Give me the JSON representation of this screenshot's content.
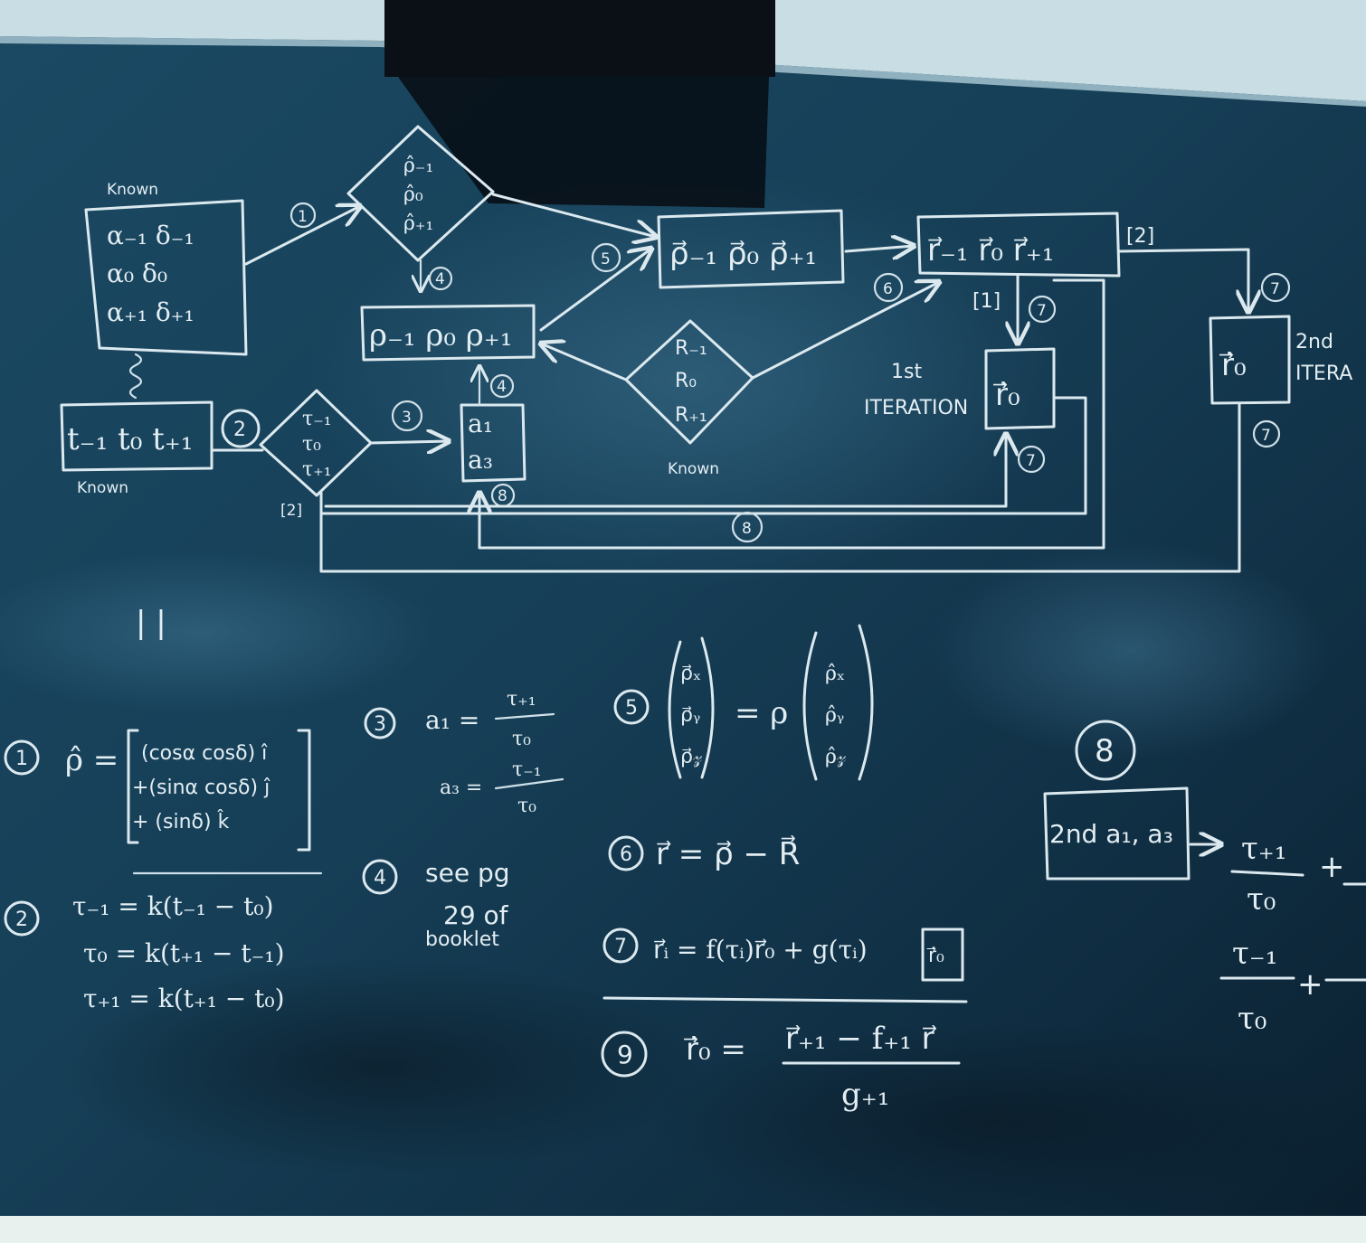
{
  "diagram": {
    "known_top": "Known",
    "alpha_delta_rows": [
      "α₋₁  δ₋₁",
      "α₀   δ₀",
      "α₊₁  δ₊₁"
    ],
    "rho_hat_diamond": [
      "ρ̂₋₁",
      "ρ̂₀",
      "ρ̂₊₁"
    ],
    "rho_vec_box": "ρ⃗₋₁  ρ⃗₀  ρ⃗₊₁",
    "r_vec_box": "r⃗₋₁  r⃗₀  r⃗₊₁",
    "rho_scalar_box": "ρ₋₁  ρ₀  ρ₊₁",
    "R_diamond": [
      "R₋₁",
      "R₀",
      "R₊₁"
    ],
    "known_R": "Known",
    "t_box": "t₋₁ t₀ t₊₁",
    "known_t": "Known",
    "tau_diamond": [
      "τ₋₁",
      "τ₀",
      "τ₊₁"
    ],
    "a_box": [
      "a₁",
      "a₃"
    ],
    "r_dot_box": "ṙ⃗₀",
    "r_dot_box2": "ṙ⃗₀",
    "first_iteration": [
      "1st",
      "ITERATION"
    ],
    "second_iteration": [
      "2nd",
      "ITERA"
    ],
    "bracket_2a": "[2]",
    "bracket_2b": "[2]",
    "bracket_1": "[1]",
    "step_numbers": [
      "1",
      "2",
      "3",
      "4",
      "4",
      "5",
      "6",
      "7",
      "7",
      "7",
      "7",
      "8",
      "8"
    ]
  },
  "equations": {
    "eq1_num": "1",
    "eq1_lhs": "ρ̂ =",
    "eq1_rows": [
      "(cosα cosδ) î",
      "+(sinα cosδ) ĵ",
      "+ (sinδ)  k̂"
    ],
    "eq2_num": "2",
    "eq2_rows": [
      "τ₋₁ = k(t₋₁ − t₀)",
      "τ₀ = k(t₊₁ − t₋₁)",
      "τ₊₁ = k(t₊₁ − t₀)"
    ],
    "eq3_num": "3",
    "eq3_a1": "a₁ =",
    "eq3_a1_num": "τ₊₁",
    "eq3_a1_den": "τ₀",
    "eq3_a3": "a₃ =",
    "eq3_a3_num": "τ₋₁",
    "eq3_a3_den": "τ₀",
    "eq4_num": "4",
    "eq4_text": [
      "see pg",
      "29 of",
      "booklet"
    ],
    "eq5_num": "5",
    "eq5_left": [
      "ρ⃗ₓ",
      "ρ⃗ᵧ",
      "ρ⃗𝓏"
    ],
    "eq5_mid": "= ρ",
    "eq5_right": [
      "ρ̂ₓ",
      "ρ̂ᵧ",
      "ρ̂𝓏"
    ],
    "eq6_num": "6",
    "eq6_text": "r⃗ = ρ⃗ − R⃗",
    "eq7_num": "7",
    "eq7_text": "r⃗ᵢ = f(τᵢ)r⃗₀ + g(τᵢ)",
    "eq7_box": "ṙ⃗₀",
    "eq9_num": "9",
    "eq9_lhs": "ṙ⃗₀ =",
    "eq9_num_text": "r⃗₊₁ − f₊₁ r⃗",
    "eq9_den": "g₊₁",
    "eq8_num": "8",
    "eq8_box": "2nd a₁, a₃",
    "eq8_frac1_num": "τ₊₁",
    "eq8_frac1_den": "τ₀",
    "eq8_frac2_num": "τ₋₁",
    "eq8_frac2_den": "τ₀",
    "eq8_plus": "+",
    "marks": "| |"
  }
}
